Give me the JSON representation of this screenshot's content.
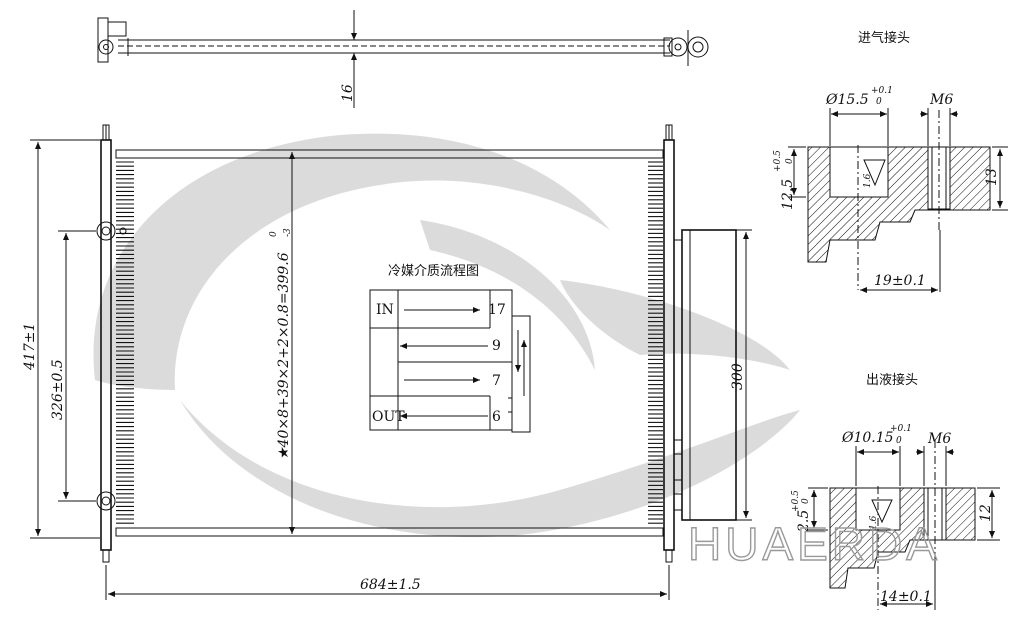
{
  "labels": {
    "inlet_title": "进气接头",
    "outlet_title": "出液接头",
    "flow_title": "冷媒介质流程图",
    "logo": "HUAERDA"
  },
  "flow": {
    "in": "IN",
    "out": "OUT",
    "passes": [
      "17",
      "9",
      "7",
      "6"
    ]
  },
  "dimensions": {
    "width": "684±1.5",
    "height": "417±1",
    "mount": "326±0.5",
    "core": "★40×8+39×2+2×0.8=399.6",
    "core_tol_top": "0",
    "core_tol_bot": "-3",
    "side_len": "300",
    "top_thk": "16",
    "in_bore": "Ø15.5",
    "in_bore_tol_top": "+0.1",
    "in_bore_tol_bot": "0",
    "in_thread": "M6",
    "in_height": "12.5",
    "in_height_tol_top": "+0.5",
    "in_height_tol_bot": "0",
    "in_right": "13",
    "in_bottom": "19±0.1",
    "in_small": "1.6",
    "out_bore": "Ø10.15",
    "out_bore_tol_top": "+0.1",
    "out_bore_tol_bot": "0",
    "out_thread": "M6",
    "out_height": "2.5",
    "out_height_tol_top": "+0.5",
    "out_height_tol_bot": "0",
    "out_right": "12",
    "out_bottom": "14±0.1",
    "out_small": "1.6"
  }
}
